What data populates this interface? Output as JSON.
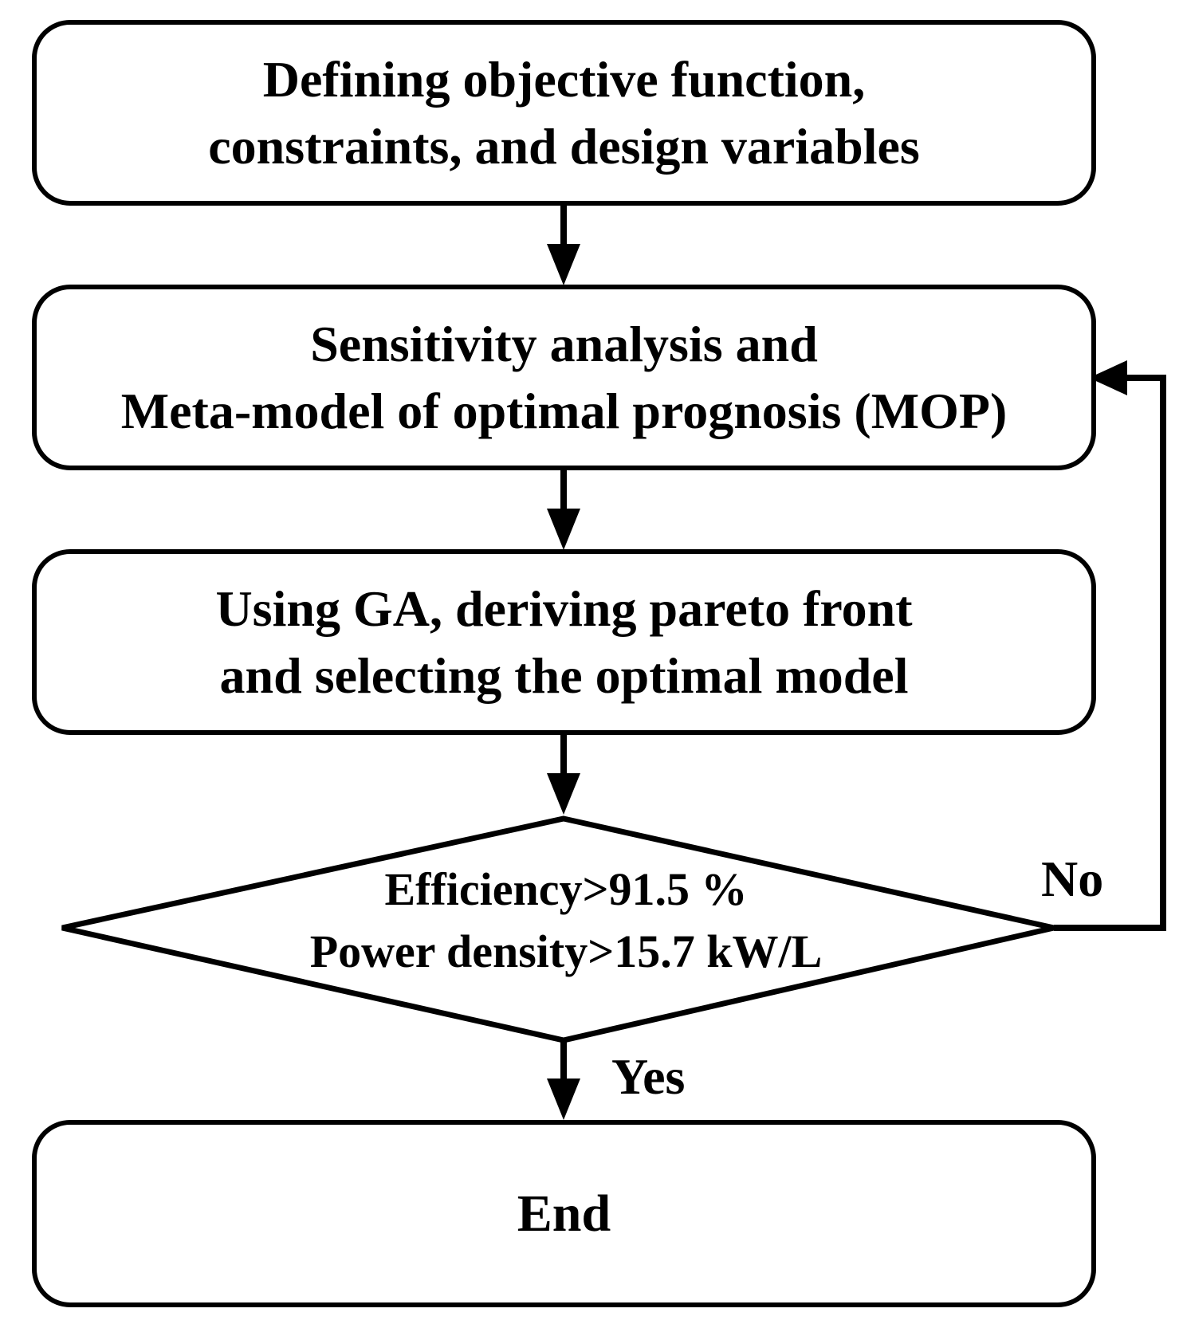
{
  "steps": [
    {
      "id": "define",
      "lines": [
        "Defining objective function,",
        "constraints, and design variables"
      ]
    },
    {
      "id": "sensitivity",
      "lines": [
        "Sensitivity analysis and",
        "Meta-model of optimal prognosis (MOP)"
      ]
    },
    {
      "id": "ga",
      "lines": [
        "Using GA, deriving pareto front",
        "and selecting the optimal model"
      ]
    }
  ],
  "decision": {
    "lines": [
      "Efficiency>91.5 %",
      "Power density>15.7 kW/L"
    ],
    "no_label": "No",
    "yes_label": "Yes"
  },
  "end": {
    "label": "End"
  }
}
